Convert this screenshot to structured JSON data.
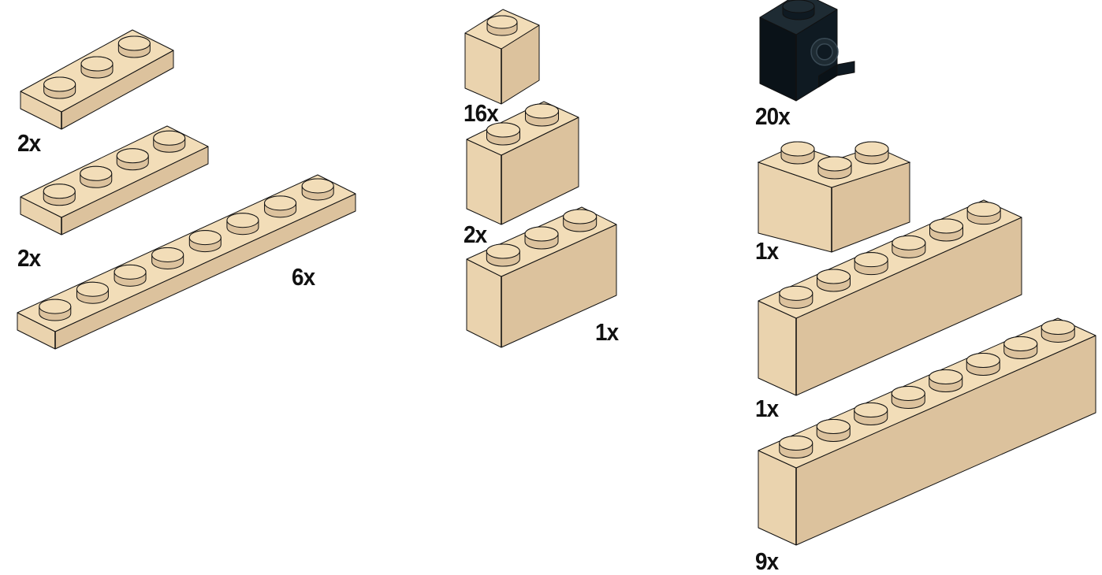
{
  "colors": {
    "tan_top": "#F2DDB8",
    "tan_left": "#EAD3AE",
    "tan_front": "#DCC29D",
    "tan_right": "#CCB08A",
    "black_top": "#1E2B33",
    "black_front": "#0F1A22",
    "black_right": "#0A1218",
    "outline": "#111111"
  },
  "parts": [
    {
      "id": "plate-1x3",
      "kind": "plate",
      "color": "tan",
      "studs": 3,
      "quantity": "2x"
    },
    {
      "id": "plate-1x4",
      "kind": "plate",
      "color": "tan",
      "studs": 4,
      "quantity": "2x"
    },
    {
      "id": "plate-1x8",
      "kind": "plate",
      "color": "tan",
      "studs": 8,
      "quantity": "6x"
    },
    {
      "id": "brick-1x1",
      "kind": "brick",
      "color": "tan",
      "studs": 1,
      "quantity": "16x"
    },
    {
      "id": "brick-1x2",
      "kind": "brick",
      "color": "tan",
      "studs": 2,
      "quantity": "2x"
    },
    {
      "id": "brick-1x3",
      "kind": "brick",
      "color": "tan",
      "studs": 3,
      "quantity": "1x"
    },
    {
      "id": "brick-1x1-headlight",
      "kind": "headlight",
      "color": "black",
      "studs": 1,
      "quantity": "20x"
    },
    {
      "id": "brick-2x2-corner",
      "kind": "corner",
      "color": "tan",
      "studs": 3,
      "quantity": "1x"
    },
    {
      "id": "brick-1x6",
      "kind": "brick",
      "color": "tan",
      "studs": 6,
      "quantity": "1x"
    },
    {
      "id": "brick-1x8",
      "kind": "brick",
      "color": "tan",
      "studs": 8,
      "quantity": "9x"
    }
  ]
}
